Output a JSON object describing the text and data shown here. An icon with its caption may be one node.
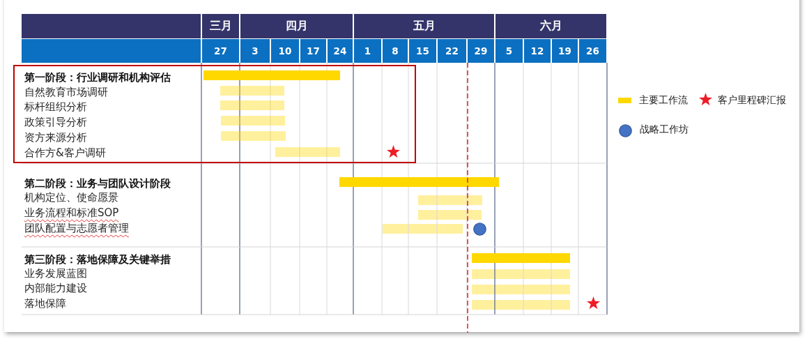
{
  "diagram": {
    "nodes": [
      {
        "text": [
          "第一阶段：行业调研和机构评估",
          "自然教育市场调研",
          "标杆组织分析",
          "政策引导分析",
          "资方来源分析",
          "合作方&客户调研"
        ]
      },
      {
        "text": [],
        "shape": "bar",
        "in": 0
      },
      {
        "text": [],
        "shape": "bar",
        "in": 0
      },
      {
        "text": [],
        "shape": "bar",
        "in": 0
      },
      {
        "text": [],
        "shape": "bar",
        "in": 0
      },
      {
        "text": [],
        "shape": "bar",
        "in": 0
      },
      {
        "text": [],
        "shape": "bar",
        "in": 0
      },
      {
        "text": [],
        "shape": "bar"
      },
      {
        "text": [],
        "shape": "bar"
      },
      {
        "text": [],
        "shape": "bar"
      },
      {
        "text": [],
        "shape": "bar"
      },
      {
        "text": [],
        "shape": "bar"
      },
      {
        "text": [],
        "shape": "bar"
      },
      {
        "text": [],
        "shape": "bar"
      },
      {
        "text": [],
        "shape": "bar"
      }
    ],
    "labels": [
      "三月",
      "四月",
      "五月",
      "六月",
      "27",
      "3",
      "10",
      "17",
      "24",
      "1",
      "8",
      "15",
      "22",
      "29",
      "5",
      "12",
      "19",
      "26",
      "第二阶段：业务与团队设计阶段",
      "机构定位、使命愿景",
      "业务流程和标准SOP",
      "团队配置与志愿者管理",
      "第三阶段：落地保障及关键举措",
      "业务发展蓝图",
      "内部能力建设",
      "落地保障"
    ],
    "legend": [
      {
        "text": "主要工作流",
        "color": "#ffd800"
      },
      {
        "text": "客户里程碑汇报"
      },
      {
        "text": "战略工作坊",
        "color": "#4472c4"
      }
    ]
  }
}
